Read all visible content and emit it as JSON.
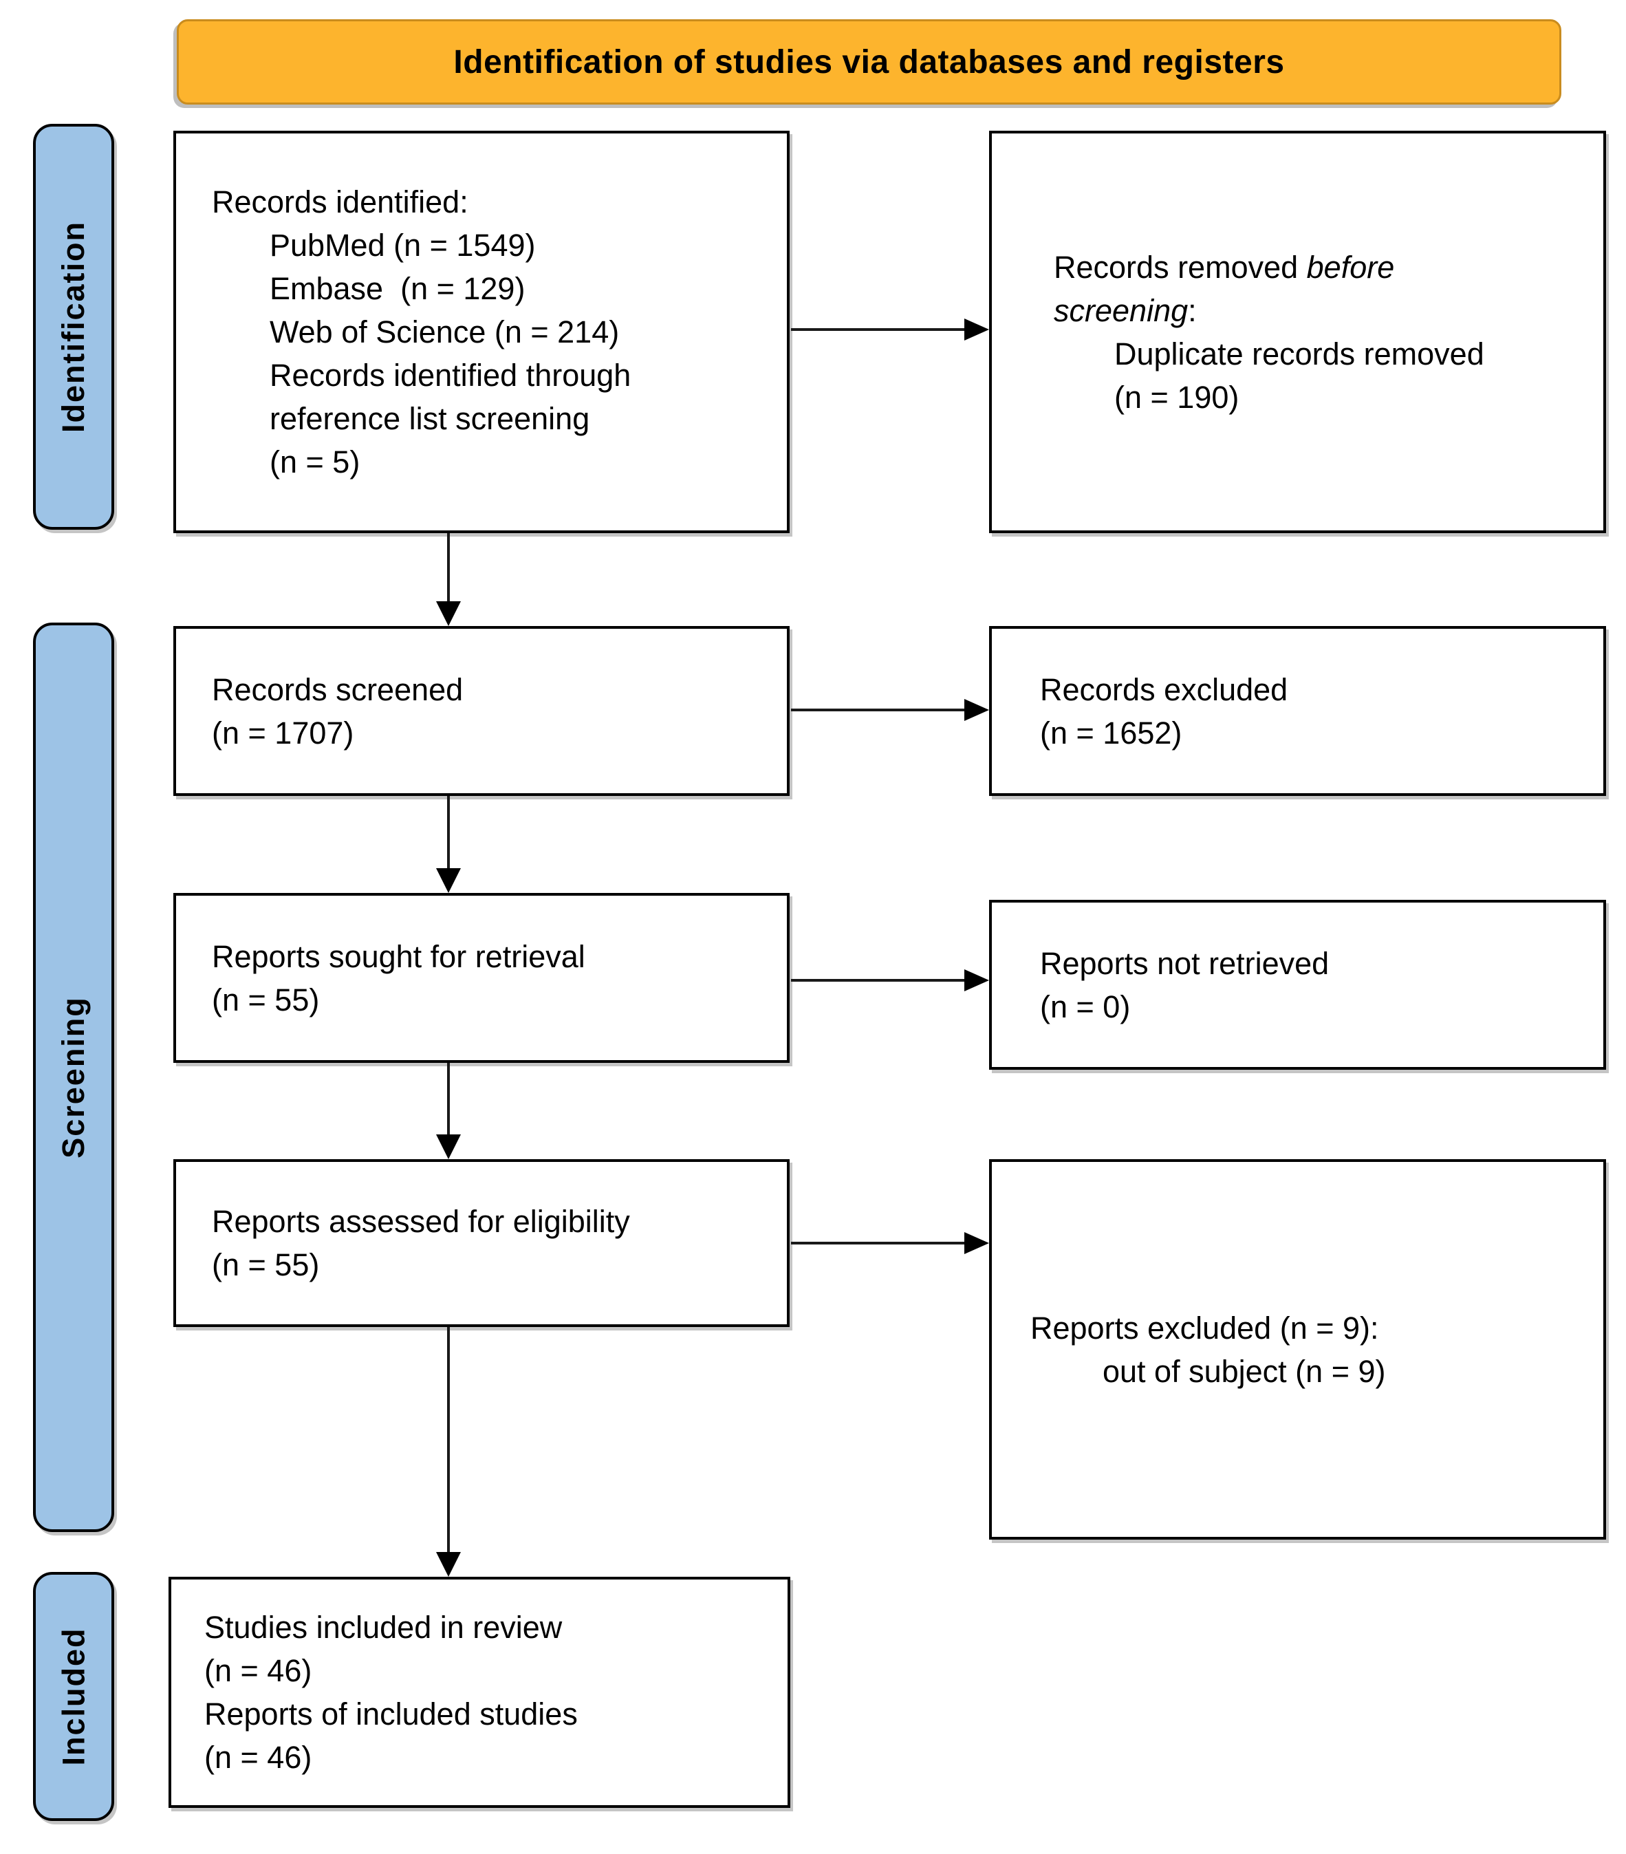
{
  "header": {
    "title": "Identification of studies via databases and registers"
  },
  "colors": {
    "header_bg": "#FDB42D",
    "header_border": "#C98C1E",
    "stage_bg": "#9DC3E6",
    "box_bg": "#FFFFFF",
    "box_border": "#000000",
    "arrow": "#1A1A1A",
    "background": "#FFFFFF"
  },
  "stages": [
    {
      "label": "Identification"
    },
    {
      "label": "Screening"
    },
    {
      "label": "Included"
    }
  ],
  "boxes": {
    "records_identified": {
      "heading": "Records identified:",
      "lines": [
        "PubMed (n = 1549)",
        "Embase  (n = 129)",
        "Web of Science (n = 214)",
        "Records identified through",
        "reference list screening",
        "(n = 5)"
      ]
    },
    "records_removed": {
      "normal": "Records removed ",
      "italic1": "before",
      "italic2": "screening",
      "colon": ":",
      "lines": [
        "Duplicate records removed",
        "(n = 190)"
      ]
    },
    "records_screened": {
      "lines": [
        "Records screened",
        "(n = 1707)"
      ]
    },
    "records_excluded": {
      "lines": [
        "Records excluded",
        "(n = 1652)"
      ]
    },
    "reports_sought": {
      "lines": [
        "Reports sought for retrieval",
        "(n = 55)"
      ]
    },
    "reports_not_retrieved": {
      "lines": [
        "Reports not retrieved",
        "(n = 0)"
      ]
    },
    "reports_assessed": {
      "lines": [
        "Reports assessed for eligibility",
        "(n = 55)"
      ]
    },
    "reports_excluded": {
      "lines": [
        "Reports excluded (n = 9):",
        "out of subject (n = 9)"
      ]
    },
    "studies_included": {
      "lines": [
        "Studies included in review",
        "(n = 46)",
        "Reports of included studies",
        "(n = 46)"
      ]
    }
  }
}
